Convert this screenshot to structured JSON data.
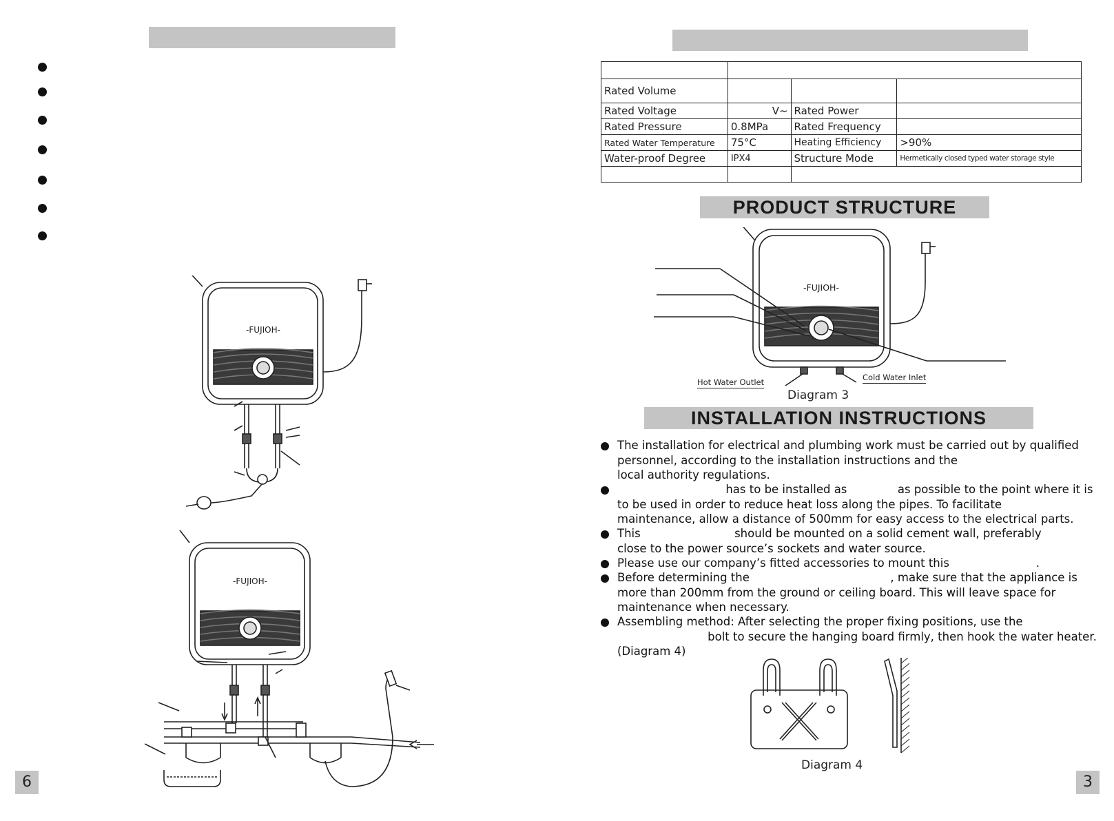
{
  "spec_table": {
    "rows": [
      [
        "",
        "",
        "",
        ""
      ],
      [
        "Rated Volume",
        "",
        "",
        ""
      ],
      [
        "Rated Voltage",
        "V~",
        "Rated Power",
        ""
      ],
      [
        "Rated Pressure",
        "0.8MPa",
        "Rated Frequency",
        ""
      ],
      [
        "Rated Water Temperature",
        "75°C",
        "Heating Efficiency",
        ">90%"
      ],
      [
        "Water-proof Degree",
        "IPX4",
        "Structure Mode",
        "Hermetically closed typed water storage style"
      ],
      [
        "",
        "",
        "",
        ""
      ]
    ]
  },
  "headings": {
    "product_structure": "PRODUCT STRUCTURE",
    "installation": "INSTALLATION INSTRUCTIONS"
  },
  "diagram3": {
    "caption": "Diagram 3",
    "hot_water_outlet": "Hot Water Outlet",
    "cold_water_inlet": "Cold  Water  Inlet",
    "brand": "-FUJIOH-"
  },
  "diagram4": {
    "caption": "Diagram 4"
  },
  "left_diagrams": {
    "brand_top": "-FUJIOH-",
    "brand_bottom": "-FUJIOH-"
  },
  "instructions": [
    {
      "bullet": true,
      "text": "The installation for electrical and plumbing work must be carried out by qualified"
    },
    {
      "bullet": false,
      "text": "personnel, according to the installation instructions and                                      the"
    },
    {
      "bullet": false,
      "text": "local authority regulations."
    },
    {
      "bullet": true,
      "text": "                              has to be installed as              as possible to the point where it is"
    },
    {
      "bullet": false,
      "text": "to be used in order to reduce heat loss along the pipes. To facilitate"
    },
    {
      "bullet": false,
      "text": "maintenance, allow a distance of 500mm for easy access to the electrical parts."
    },
    {
      "bullet": true,
      "text": "This                          should be mounted on a solid cement wall, preferably"
    },
    {
      "bullet": false,
      "text": "close to the power source’s sockets and water source."
    },
    {
      "bullet": true,
      "text": "Please use our company’s fitted accessories to mount this                        ."
    },
    {
      "bullet": true,
      "text": "Before determining the                                       , make sure that the appliance is"
    },
    {
      "bullet": false,
      "text": "more than 200mm from the ground or ceiling board. This will leave space for"
    },
    {
      "bullet": false,
      "text": "maintenance when necessary."
    },
    {
      "bullet": true,
      "text": "Assembling method:  After selecting the proper fixing positions, use the"
    },
    {
      "bullet": false,
      "text": "                         bolt to secure the hanging board firmly, then hook the water heater."
    },
    {
      "bullet": false,
      "text": "(Diagram 4)"
    }
  ],
  "page_numbers": {
    "left": "6",
    "right": "3"
  }
}
